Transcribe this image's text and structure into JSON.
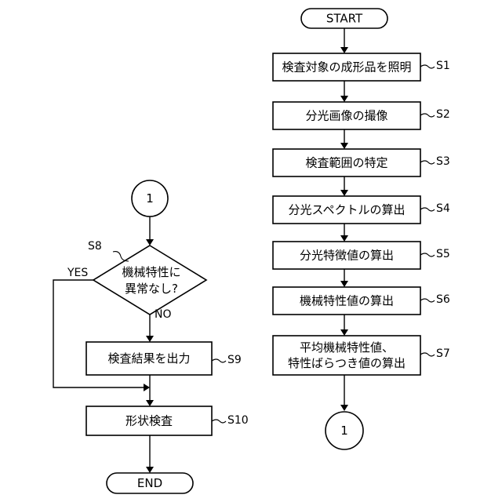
{
  "flow": {
    "start": "START",
    "end": "END",
    "connector": "1",
    "steps": [
      {
        "id": "S1",
        "text": "検査対象の成形品を照明"
      },
      {
        "id": "S2",
        "text": "分光画像の撮像"
      },
      {
        "id": "S3",
        "text": "検査範囲の特定"
      },
      {
        "id": "S4",
        "text": "分光スペクトルの算出"
      },
      {
        "id": "S5",
        "text": "分光特徴値の算出"
      },
      {
        "id": "S6",
        "text": "機械特性値の算出"
      },
      {
        "id": "S7",
        "line1": "平均機械特性値、",
        "line2": "特性ばらつき値の算出"
      },
      {
        "id": "S9",
        "text": "検査結果を出力"
      },
      {
        "id": "S10",
        "text": "形状検査"
      }
    ],
    "decision": {
      "id": "S8",
      "line1": "機械特性に",
      "line2": "異常なし?",
      "yes": "YES",
      "no": "NO"
    }
  }
}
